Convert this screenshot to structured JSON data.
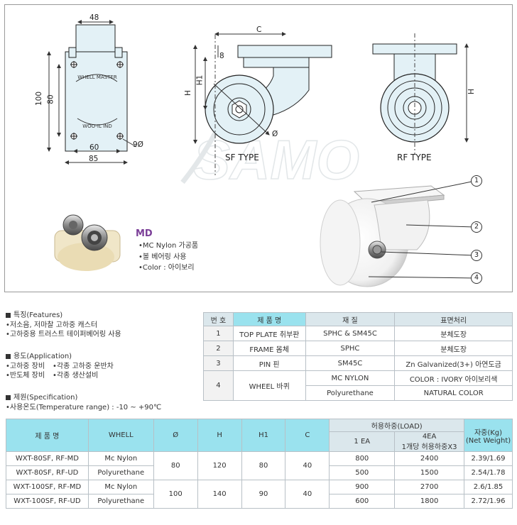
{
  "drawing": {
    "front": {
      "width_top": "48",
      "height_outer": "100",
      "height_inner": "80",
      "width_inner": "60",
      "width_outer": "85",
      "bolt_hole": "9Ø",
      "plate_text_top": "WHELL MASTER",
      "plate_text_bottom": "WOO-IL IND"
    },
    "sf": {
      "dim_c": "C",
      "dim_8": "8",
      "dim_h1": "H1",
      "dim_h": "H",
      "dim_dia": "Ø",
      "label": "SF TYPE"
    },
    "rf": {
      "dim_h": "H",
      "label": "RF TYPE"
    },
    "watermark": "SAMO",
    "callouts": [
      "1",
      "2",
      "3",
      "4"
    ]
  },
  "md": {
    "title": "MD",
    "bullets": [
      "MC Nylon 가공품",
      "볼 베어링 사용",
      "Color : 아이보리"
    ]
  },
  "features": {
    "title": "특징(Features)",
    "items": [
      "저소음, 저마찰 고하중 캐스터",
      "고하중용 트러스트 테이퍼베어링 사용"
    ]
  },
  "application": {
    "title": "용도(Application)",
    "items": [
      "고하중 장비",
      "각종 고하중 운반차",
      "반도체 장비",
      "각종 생산설비"
    ]
  },
  "specification": {
    "title": "제원(Specification)",
    "temperature": "사용온도(Temperature range) : -10 ~ +90℃"
  },
  "materials": {
    "headers": [
      "번 호",
      "제 품 명",
      "재 질",
      "표면처리"
    ],
    "rows": [
      {
        "no": "1",
        "part": "TOP PLATE  취부판",
        "material": "SPHC & SM45C",
        "finish": "분체도장"
      },
      {
        "no": "2",
        "part": "FRAME  몸체",
        "material": "SPHC",
        "finish": "분체도장"
      },
      {
        "no": "3",
        "part": "PIN  핀",
        "material": "SM45C",
        "finish": "Zn Galvanized(3+)  아연도금"
      }
    ],
    "wheel": {
      "no": "4",
      "part": "WHEEL  바퀴",
      "sub": [
        {
          "material": "MC NYLON",
          "finish": "COLOR : IVORY 아이보리색"
        },
        {
          "material": "Polyurethane",
          "finish": "NATURAL COLOR"
        }
      ]
    }
  },
  "spec_table": {
    "headers": {
      "product": "제 품 명",
      "wheel": "WHELL",
      "dia": "Ø",
      "h": "H",
      "h1": "H1",
      "c": "C",
      "load": "허용하중(LOAD)",
      "load_1ea": "1 EA",
      "load_4ea_l1": "4EA",
      "load_4ea_l2": "1개당 허용하중X3",
      "weight_l1": "자중(Kg)",
      "weight_l2": "(Net Weight)"
    },
    "groups": [
      {
        "dia": "80",
        "h": "120",
        "h1": "80",
        "c": "40",
        "rows": [
          {
            "product": "WXT-80SF, RF-MD",
            "wheel": "Mc Nylon",
            "load1": "800",
            "load4": "2400",
            "weight": "2.39/1.69"
          },
          {
            "product": "WXT-80SF, RF-UD",
            "wheel": "Polyurethane",
            "load1": "500",
            "load4": "1500",
            "weight": "2.54/1.78"
          }
        ]
      },
      {
        "dia": "100",
        "h": "140",
        "h1": "90",
        "c": "40",
        "rows": [
          {
            "product": "WXT-100SF, RF-MD",
            "wheel": "Mc Nylon",
            "load1": "900",
            "load4": "2700",
            "weight": "2.6/1.85"
          },
          {
            "product": "WXT-100SF, RF-UD",
            "wheel": "Polyurethane",
            "load1": "600",
            "load4": "1800",
            "weight": "2.72/1.96"
          }
        ]
      }
    ]
  },
  "colors": {
    "drawing_fill": "#e3f1f6",
    "header_cyan": "#9ae2ee",
    "header_light": "#dbe7ec",
    "md_purple": "#7b3f98"
  }
}
